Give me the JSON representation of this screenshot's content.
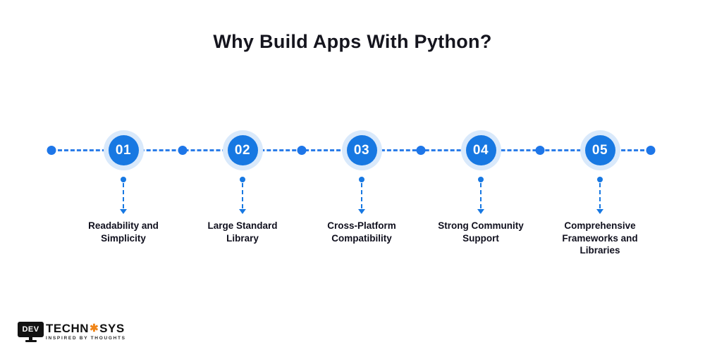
{
  "title": "Why Build Apps With Python?",
  "timeline": {
    "items": [
      {
        "number": "01",
        "label": "Readability and Simplicity"
      },
      {
        "number": "02",
        "label": "Large Standard Library"
      },
      {
        "number": "03",
        "label": "Cross-Platform Compatibility"
      },
      {
        "number": "04",
        "label": "Strong Community Support"
      },
      {
        "number": "05",
        "label": "Comprehensive Frameworks and Libraries"
      }
    ]
  },
  "logo": {
    "monitor_text": "DEV",
    "brand_part1": "TECHN",
    "gear_glyph": "✱",
    "brand_part2": "SYS",
    "tagline": "INSPIRED BY THOUGHTS"
  },
  "colors": {
    "accent_blue": "#1778e2",
    "halo_blue": "#d9e9fb",
    "dash_blue": "#2b7de9",
    "logo_orange": "#f08519",
    "text_dark": "#10101e"
  }
}
